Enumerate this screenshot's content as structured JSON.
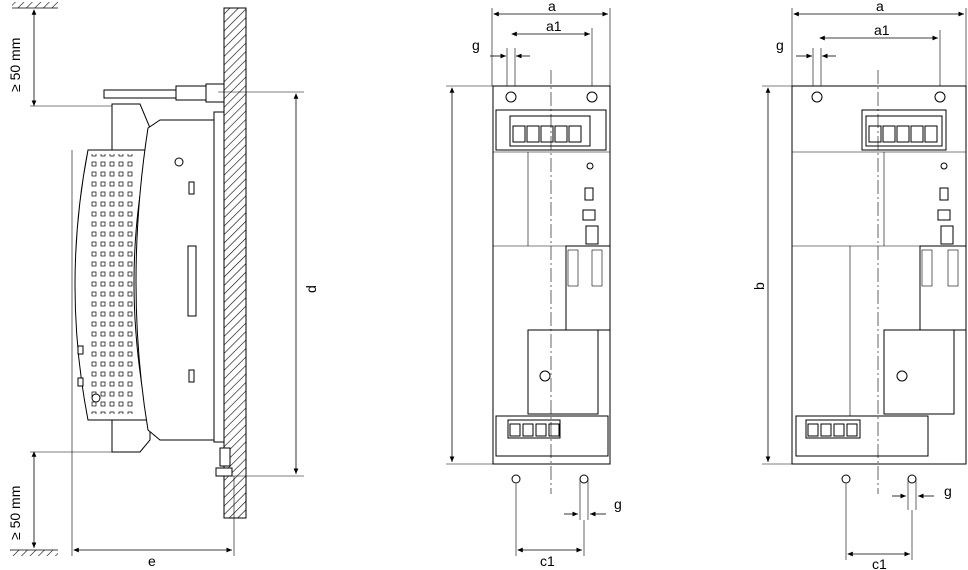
{
  "labels": {
    "clearance_top": "≥ 50 mm",
    "clearance_bottom": "≥ 50 mm",
    "dim_e": "e",
    "dim_d": "d",
    "front1_a": "a",
    "front1_a1": "a1",
    "front1_g_top": "g",
    "front1_g_bottom": "g",
    "front1_c1": "c1",
    "front2_a": "a",
    "front2_a1": "a1",
    "front2_g_top": "g",
    "front2_g_bottom": "g",
    "front2_c1": "c1",
    "front2_b": "b"
  }
}
